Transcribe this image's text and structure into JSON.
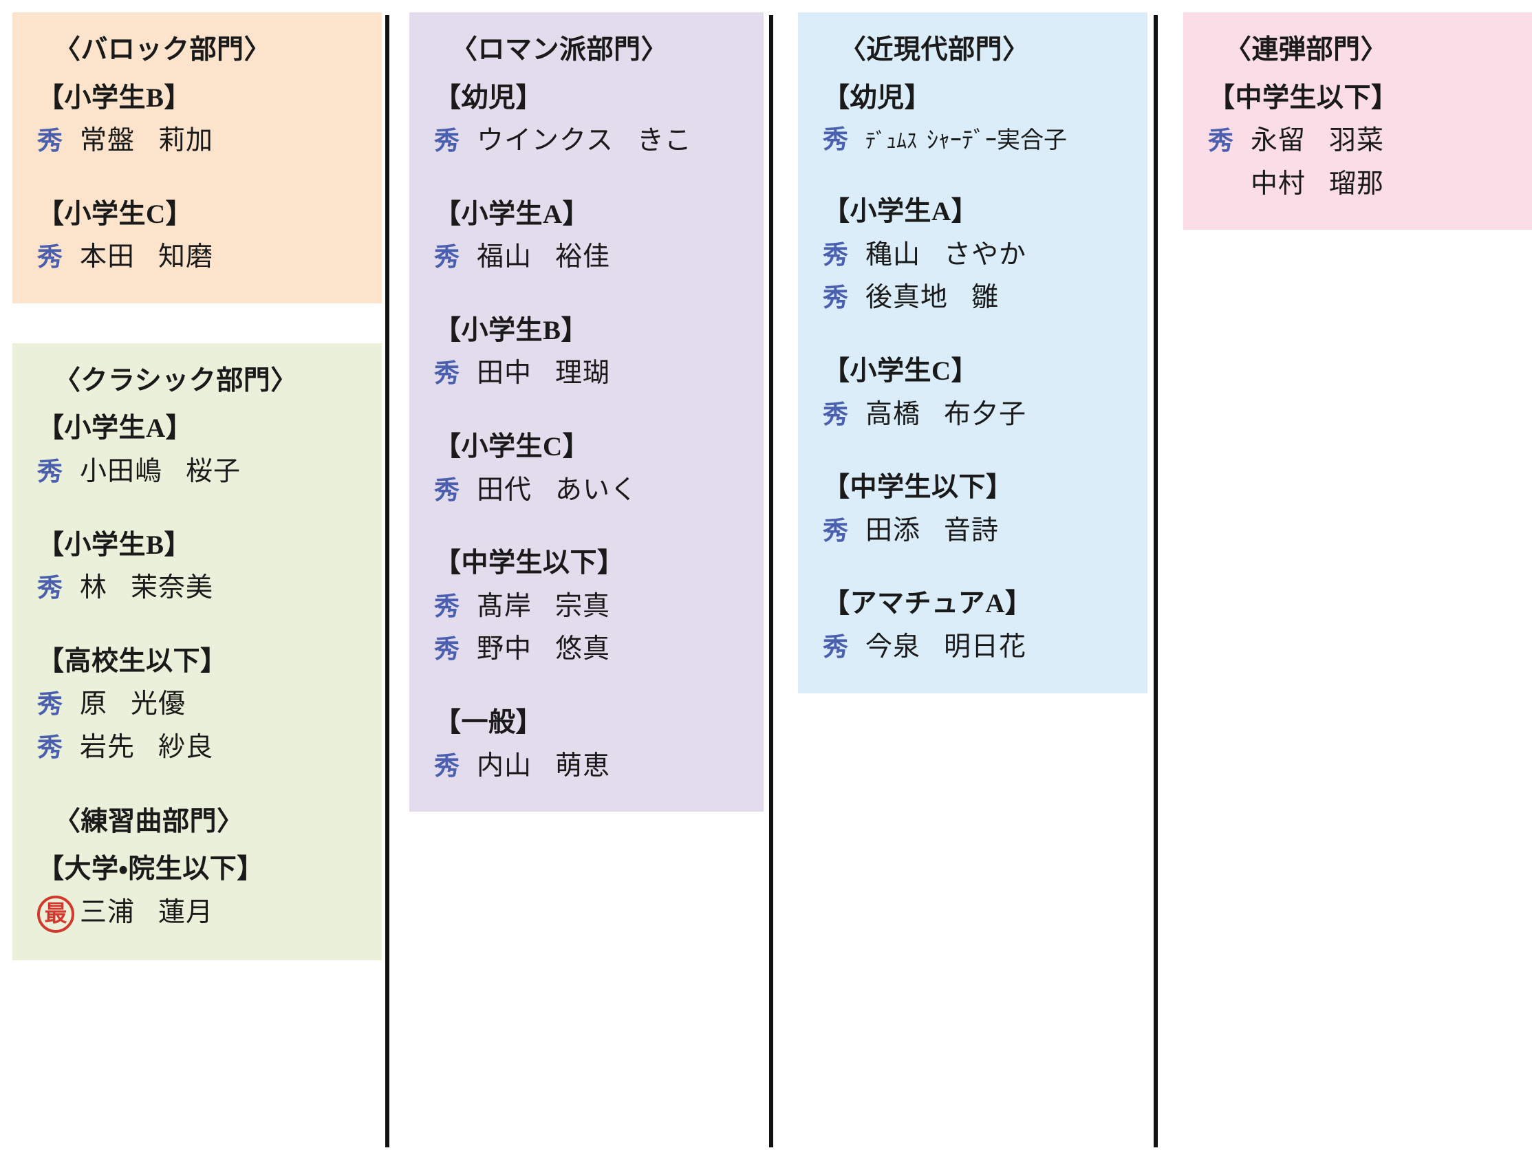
{
  "document": {
    "type": "piano-competition-results-listing",
    "award_marks": {
      "excellent": "秀",
      "top": "最"
    },
    "colors": {
      "baroque_block": "#fce4cc",
      "classic_block": "#eaf0d9",
      "romantic_block": "#e2dced",
      "modern_block": "#daedf8",
      "duet_block": "#fbdde7",
      "excellent_mark": "#4a5fae",
      "top_mark": "#d2392c",
      "divider": "#111111"
    }
  },
  "columns": [
    {
      "id": "column-1",
      "blocks": [
        {
          "id": "baroque",
          "color_key": "baroque_block",
          "dept_title": "〈バロック部門〉",
          "groups": [
            {
              "category": "【小学生B】",
              "entries": [
                {
                  "award": "秀",
                  "surname": "常盤",
                  "given": "莉加"
                }
              ]
            },
            {
              "category": "【小学生C】",
              "entries": [
                {
                  "award": "秀",
                  "surname": "本田",
                  "given": "知磨"
                }
              ]
            }
          ]
        },
        {
          "id": "classic",
          "color_key": "classic_block",
          "dept_title": "〈クラシック部門〉",
          "groups": [
            {
              "category": "【小学生A】",
              "entries": [
                {
                  "award": "秀",
                  "surname": "小田嶋",
                  "given": "桜子"
                }
              ]
            },
            {
              "category": "【小学生B】",
              "entries": [
                {
                  "award": "秀",
                  "surname": "林",
                  "given": "茉奈美"
                }
              ]
            },
            {
              "category": "【高校生以下】",
              "entries": [
                {
                  "award": "秀",
                  "surname": "原",
                  "given": "光優"
                },
                {
                  "award": "秀",
                  "surname": "岩先",
                  "given": "紗良"
                }
              ]
            }
          ],
          "sub_dept": {
            "dept_title": "〈練習曲部門〉",
            "groups": [
              {
                "category": "【大学・院生以下】",
                "entries": [
                  {
                    "award": "最",
                    "award_style": "circled",
                    "surname": "三浦",
                    "given": "蓮月"
                  }
                ]
              }
            ]
          }
        }
      ]
    },
    {
      "id": "column-2",
      "blocks": [
        {
          "id": "romantic",
          "color_key": "romantic_block",
          "dept_title": "〈ロマン派部門〉",
          "groups": [
            {
              "category": "【幼児】",
              "entries": [
                {
                  "award": "秀",
                  "surname": "ウインクス",
                  "given": "きこ"
                }
              ]
            },
            {
              "category": "【小学生A】",
              "entries": [
                {
                  "award": "秀",
                  "surname": "福山",
                  "given": "裕佳"
                }
              ]
            },
            {
              "category": "【小学生B】",
              "entries": [
                {
                  "award": "秀",
                  "surname": "田中",
                  "given": "理瑚"
                }
              ]
            },
            {
              "category": "【小学生C】",
              "entries": [
                {
                  "award": "秀",
                  "surname": "田代",
                  "given": "あいく"
                }
              ]
            },
            {
              "category": "【中学生以下】",
              "entries": [
                {
                  "award": "秀",
                  "surname": "髙岸",
                  "given": "宗真"
                },
                {
                  "award": "秀",
                  "surname": "野中",
                  "given": "悠真"
                }
              ]
            },
            {
              "category": "【一般】",
              "entries": [
                {
                  "award": "秀",
                  "surname": "内山",
                  "given": "萌恵"
                }
              ]
            }
          ]
        }
      ]
    },
    {
      "id": "column-3",
      "blocks": [
        {
          "id": "modern",
          "color_key": "modern_block",
          "dept_title": "〈近現代部門〉",
          "groups": [
            {
              "category": "【幼児】",
              "entries": [
                {
                  "award": "秀",
                  "surname": "ﾃﾞｭﾑｽ",
                  "given": "ｼｬｰﾃﾞｰ実合子",
                  "halfwidth": true
                }
              ]
            },
            {
              "category": "【小学生A】",
              "entries": [
                {
                  "award": "秀",
                  "surname": "穐山",
                  "given": "さやか"
                },
                {
                  "award": "秀",
                  "surname": "後真地",
                  "given": "雛"
                }
              ]
            },
            {
              "category": "【小学生C】",
              "entries": [
                {
                  "award": "秀",
                  "surname": "高橋",
                  "given": "布夕子"
                }
              ]
            },
            {
              "category": "【中学生以下】",
              "entries": [
                {
                  "award": "秀",
                  "surname": "田添",
                  "given": "音詩"
                }
              ]
            },
            {
              "category": "【アマチュアA】",
              "entries": [
                {
                  "award": "秀",
                  "surname": "今泉",
                  "given": "明日花"
                }
              ]
            }
          ]
        }
      ]
    },
    {
      "id": "column-4",
      "blocks": [
        {
          "id": "duet",
          "color_key": "duet_block",
          "dept_title": "〈連弾部門〉",
          "groups": [
            {
              "category": "【中学生以下】",
              "entries": [
                {
                  "award": "秀",
                  "surname": "永留",
                  "given": "羽菜"
                },
                {
                  "award": "",
                  "surname": "中村",
                  "given": "瑠那"
                }
              ]
            }
          ]
        }
      ]
    }
  ]
}
